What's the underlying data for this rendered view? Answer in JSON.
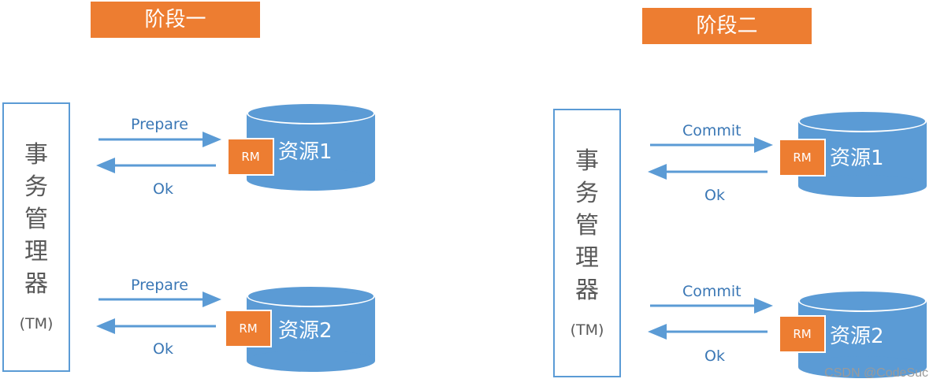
{
  "phases": [
    {
      "title": "阶段一",
      "tm": {
        "chars": [
          "事",
          "务",
          "管",
          "理",
          "器"
        ],
        "abbr": "(TM)"
      },
      "resources": [
        {
          "name": "资源1",
          "rm": "RM",
          "request": "Prepare",
          "response": "Ok"
        },
        {
          "name": "资源2",
          "rm": "RM",
          "request": "Prepare",
          "response": "Ok"
        }
      ]
    },
    {
      "title": "阶段二",
      "tm": {
        "chars": [
          "事",
          "务",
          "管",
          "理",
          "器"
        ],
        "abbr": "(TM)"
      },
      "resources": [
        {
          "name": "资源1",
          "rm": "RM",
          "request": "Commit",
          "response": "Ok"
        },
        {
          "name": "资源2",
          "rm": "RM",
          "request": "Commit",
          "response": "Ok"
        }
      ]
    }
  ],
  "colors": {
    "orange": "#ED7D31",
    "blue": "#5B9BD5",
    "text_blue": "#3A77B5",
    "gray": "#595959"
  },
  "watermark": "CSDN @CodeSuc"
}
